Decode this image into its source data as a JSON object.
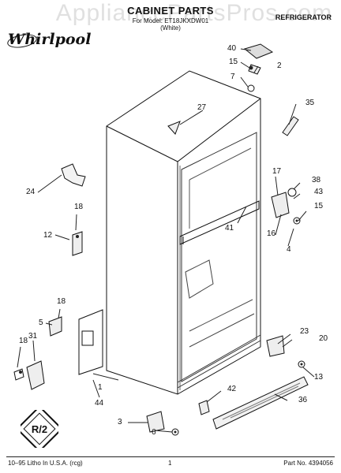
{
  "header": {
    "title": "CABINET PARTS",
    "subtitle_1": "For Model: ET18JKXDW01",
    "subtitle_2": "(White)",
    "category": "REFRIGERATOR"
  },
  "watermark": "AppliancePartsPros.com",
  "logo": "Whirlpool",
  "badge": "R/2",
  "callouts": [
    "40",
    "15",
    "2",
    "7",
    "35",
    "27",
    "17",
    "38",
    "43",
    "15",
    "24",
    "18",
    "12",
    "41",
    "16",
    "4",
    "18",
    "5",
    "23",
    "20",
    "18",
    "31",
    "13",
    "1",
    "44",
    "42",
    "36",
    "3",
    "6"
  ],
  "footer": {
    "left": "10–95 Litho In U.S.A. (rcg)",
    "center": "1",
    "right": "Part No. 4394056"
  }
}
